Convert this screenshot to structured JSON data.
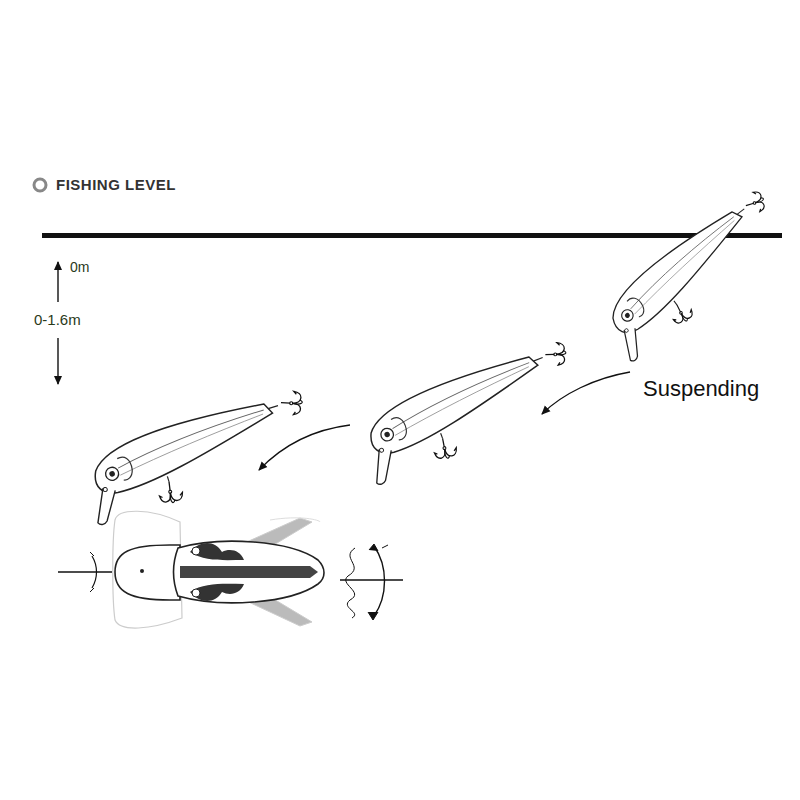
{
  "diagram": {
    "title": "FISHING LEVEL",
    "labels": [
      "0m",
      "0-1.6m",
      "Suspending"
    ]
  }
}
